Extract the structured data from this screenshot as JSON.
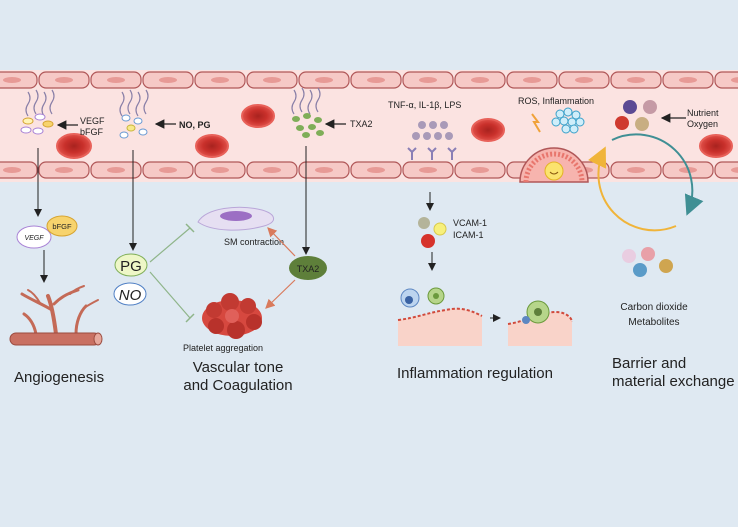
{
  "vessel": {
    "growth_factors_label_1": "VEGF",
    "growth_factors_label_2": "bFGF",
    "no_pg_label": "NO, PG",
    "txa2_label": "TXA2",
    "cytokines_label": "TNF-α, IL-1β, LPS",
    "ros_label": "ROS, Inflammation",
    "nutrient_label": "Nutrient",
    "oxygen_label": "Oxygen"
  },
  "angiogenesis": {
    "vegf_badge": "VEGF",
    "bfgf_badge": "bFGF",
    "title": "Angiogenesis"
  },
  "vascular_tone": {
    "pg_badge": "PG",
    "no_badge": "NO",
    "sm_label": "SM contraction",
    "txa2_badge": "TXA2",
    "platelet_label": "Platelet aggregation",
    "title_line1": "Vascular tone",
    "title_line2": "and Coagulation"
  },
  "inflammation": {
    "vcam_label": "VCAM-1",
    "icam_label": "ICAM-1",
    "title": "Inflammation regulation"
  },
  "exchange": {
    "co2_label": "Carbon dioxide",
    "metabolites_label": "Metabolites",
    "title_line1": "Barrier and",
    "title_line2": "material exchange"
  },
  "colors": {
    "background": "#dfe9f2",
    "vessel_lumen": "#fbe3e1",
    "endothelial_cell": "#f6c9c6",
    "cell_border": "#b05758",
    "red_blood_cell": "#d9403b",
    "platelet_green": "#7fae58",
    "txa2_badge": "#5e7f3a"
  }
}
